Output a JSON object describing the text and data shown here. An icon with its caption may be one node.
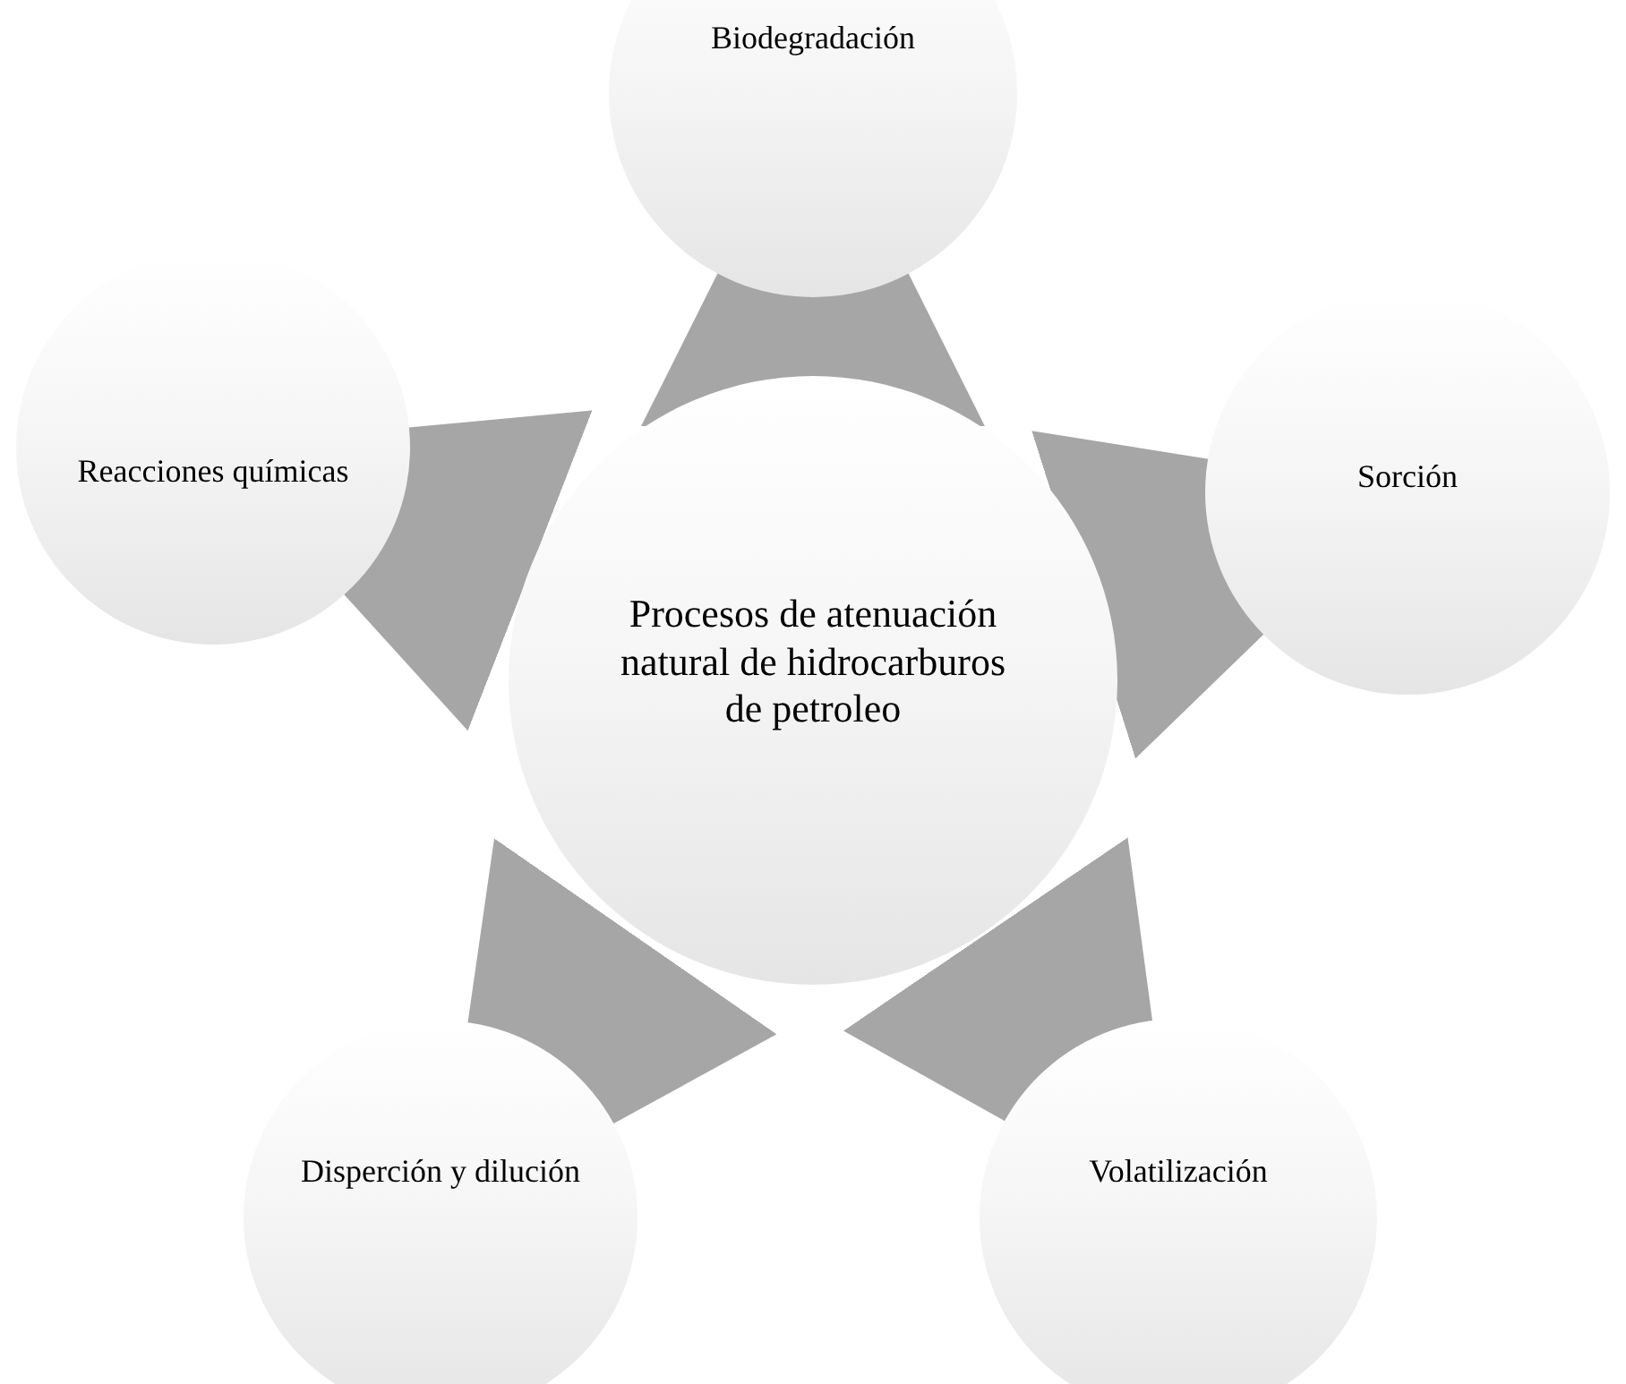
{
  "diagram": {
    "nodes": [
      {
        "text": [
          "Procesos de atenuación natural de hidrocarburos de petroleo"
        ]
      },
      {
        "text": [
          "Biodegradación"
        ]
      },
      {
        "text": [
          "Sorción"
        ]
      },
      {
        "text": [
          "Volatilización"
        ]
      },
      {
        "text": [
          "Disperción y dilución"
        ]
      },
      {
        "text": [
          "Reacciones químicas"
        ]
      }
    ],
    "edges": [
      {
        "from": 0,
        "to": 1,
        "arrow": "to"
      },
      {
        "from": 0,
        "to": 2,
        "arrow": "to"
      },
      {
        "from": 0,
        "to": 3,
        "arrow": "to"
      },
      {
        "from": 0,
        "to": 4,
        "arrow": "to"
      },
      {
        "from": 0,
        "to": 5,
        "arrow": "to"
      }
    ]
  }
}
